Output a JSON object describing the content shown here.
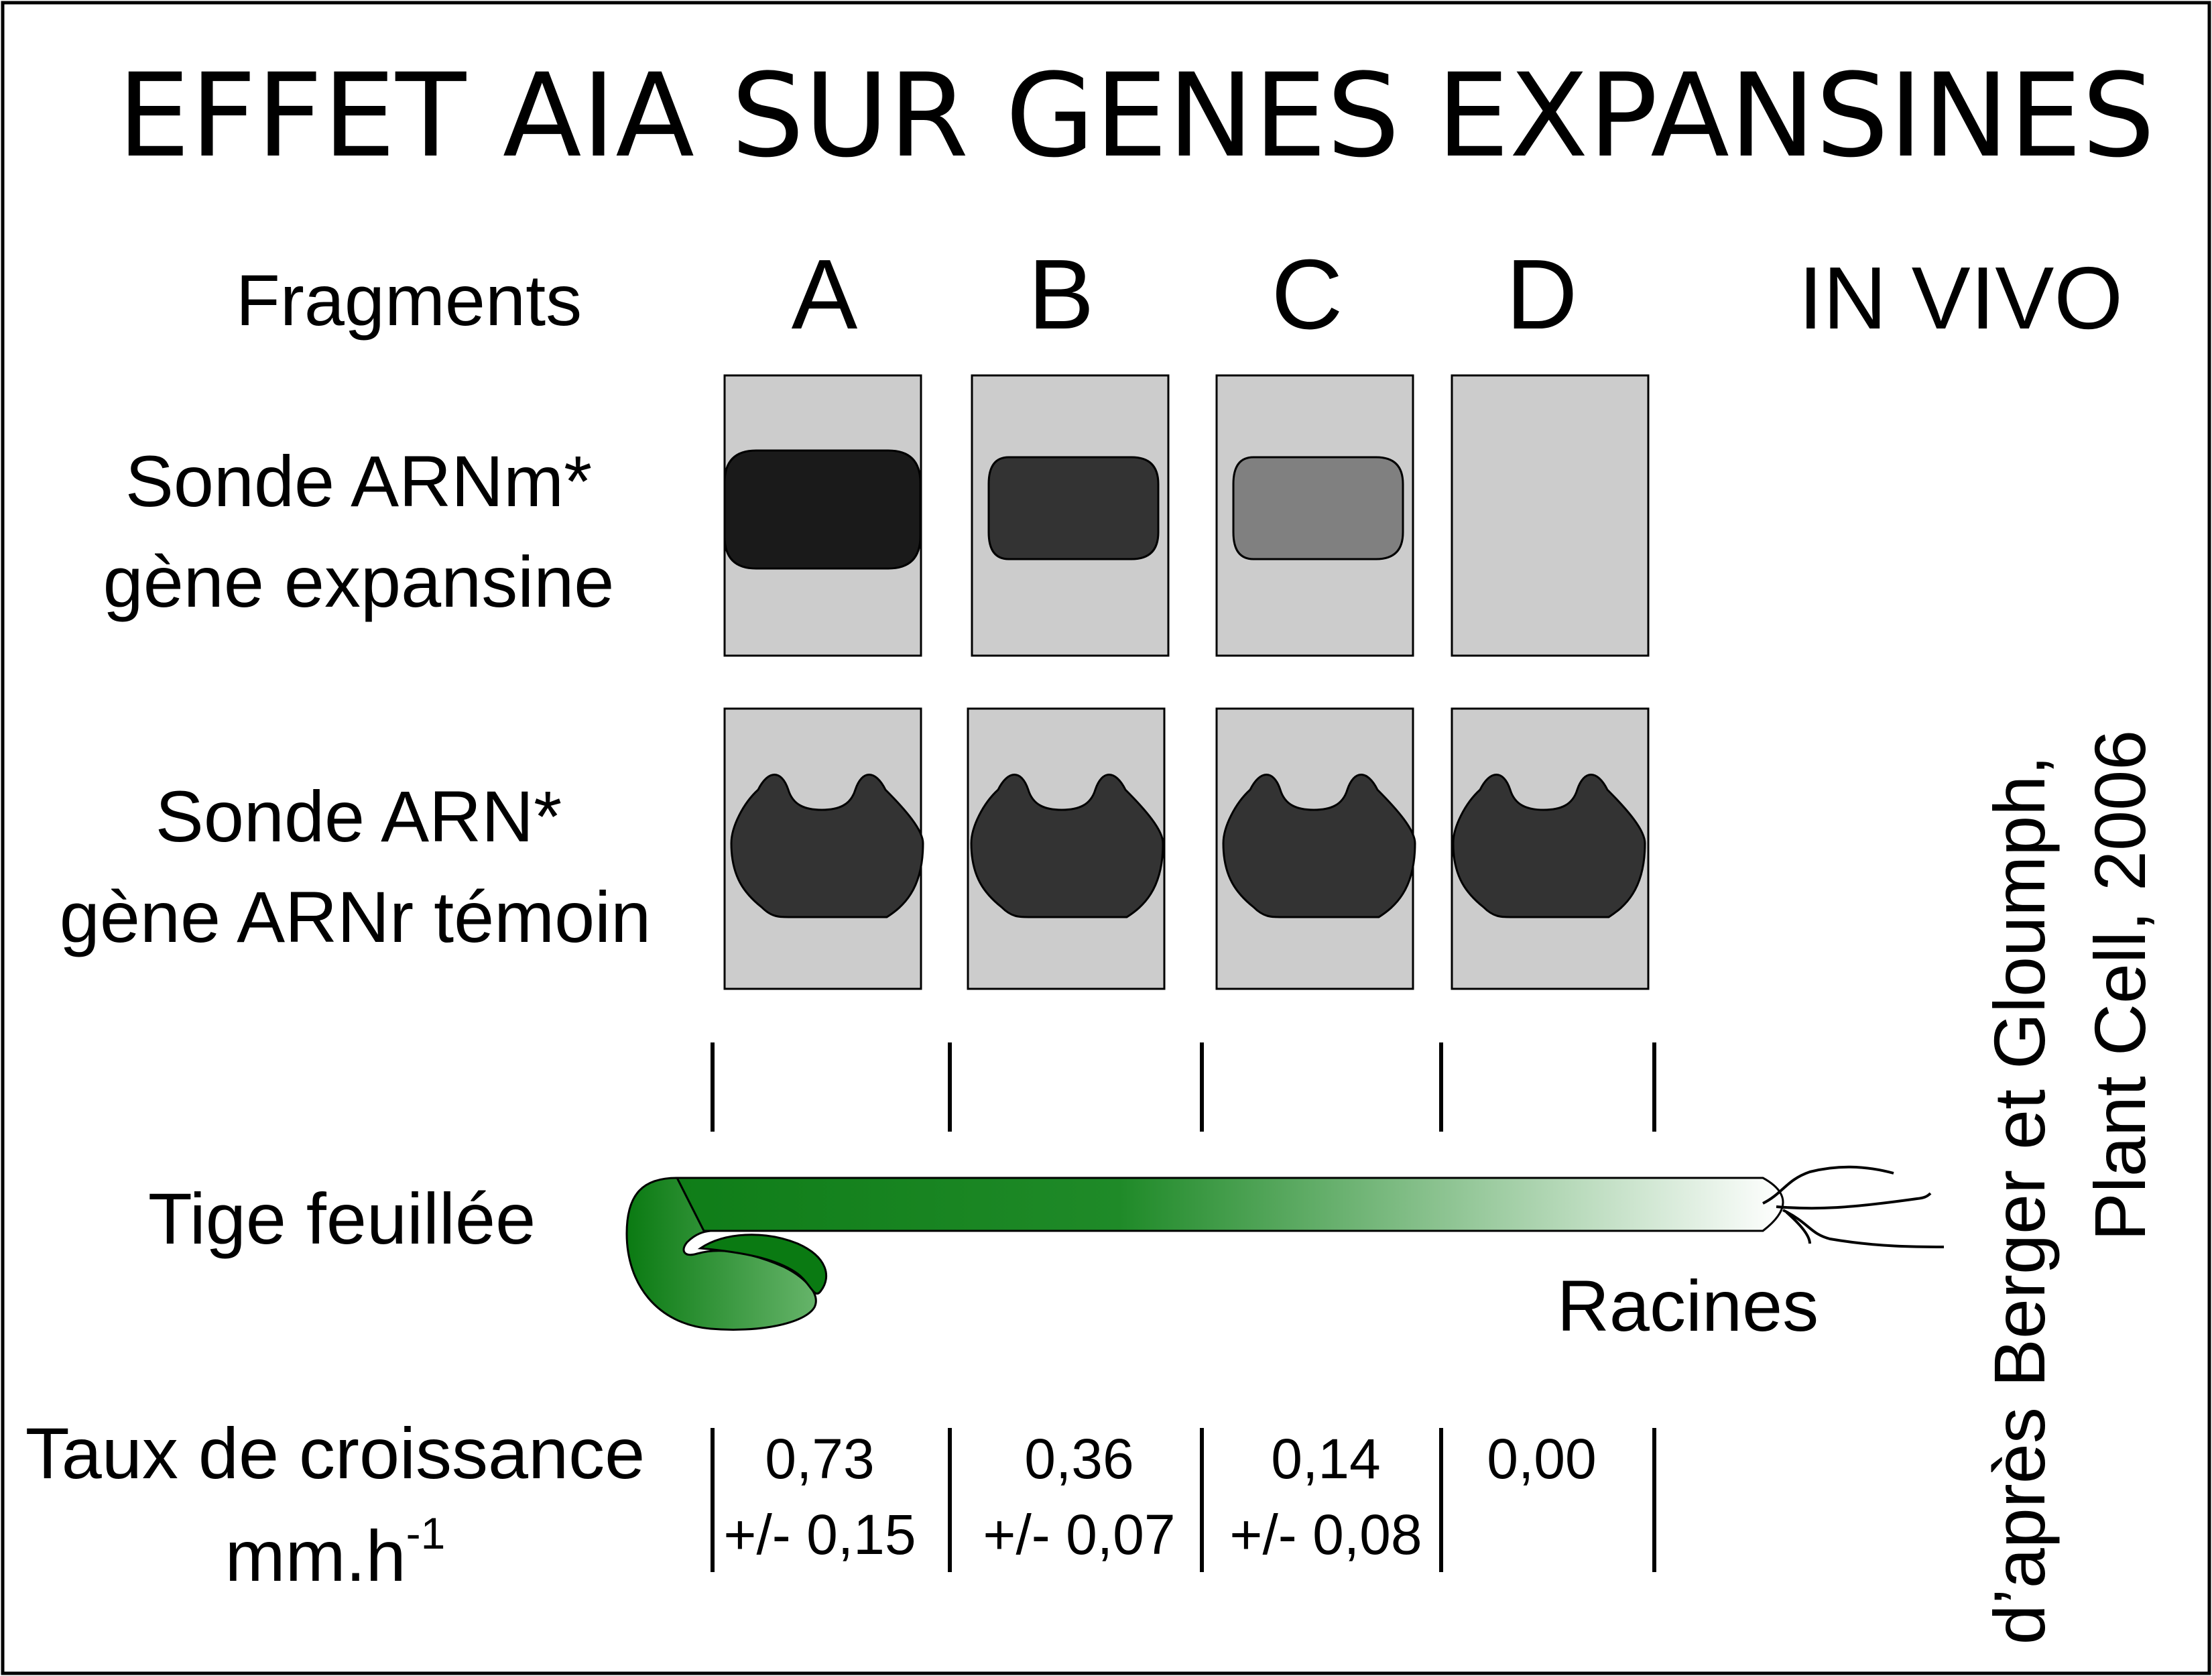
{
  "title": "EFFET AIA SUR GENES EXPANSINES",
  "in_vivo": "IN VIVO",
  "fragments_label": "Fragments",
  "fragments": [
    "A",
    "B",
    "C",
    "D"
  ],
  "row_mrna": {
    "line1": "Sonde ARNm*",
    "line2": "gène expansine"
  },
  "row_rrna": {
    "line1": "Sonde ARN*",
    "line2": "gène ARNr témoin"
  },
  "stem_label": "Tige feuillée",
  "roots_label": "Racines",
  "growth_label": {
    "line1": "Taux de croissance",
    "line2_main": "mm.h",
    "line2_sup": "-1"
  },
  "growth": [
    {
      "value": "0,73",
      "sd": "+/- 0,15"
    },
    {
      "value": "0,36",
      "sd": "+/- 0,07"
    },
    {
      "value": "0,14",
      "sd": "+/- 0,08"
    },
    {
      "value": "0,00",
      "sd": ""
    }
  ],
  "source": {
    "line1": "d’après Berger et Gloumph,",
    "line2": "Plant Cell, 2006"
  },
  "colors": {
    "panel_bg": "#cccccc",
    "band_a": "#1a1a1a",
    "band_b": "#333333",
    "band_c": "#808080",
    "rrna_band": "#333333",
    "leaf_dark": "#0a7a12",
    "leaf_light": "#5fb063"
  }
}
